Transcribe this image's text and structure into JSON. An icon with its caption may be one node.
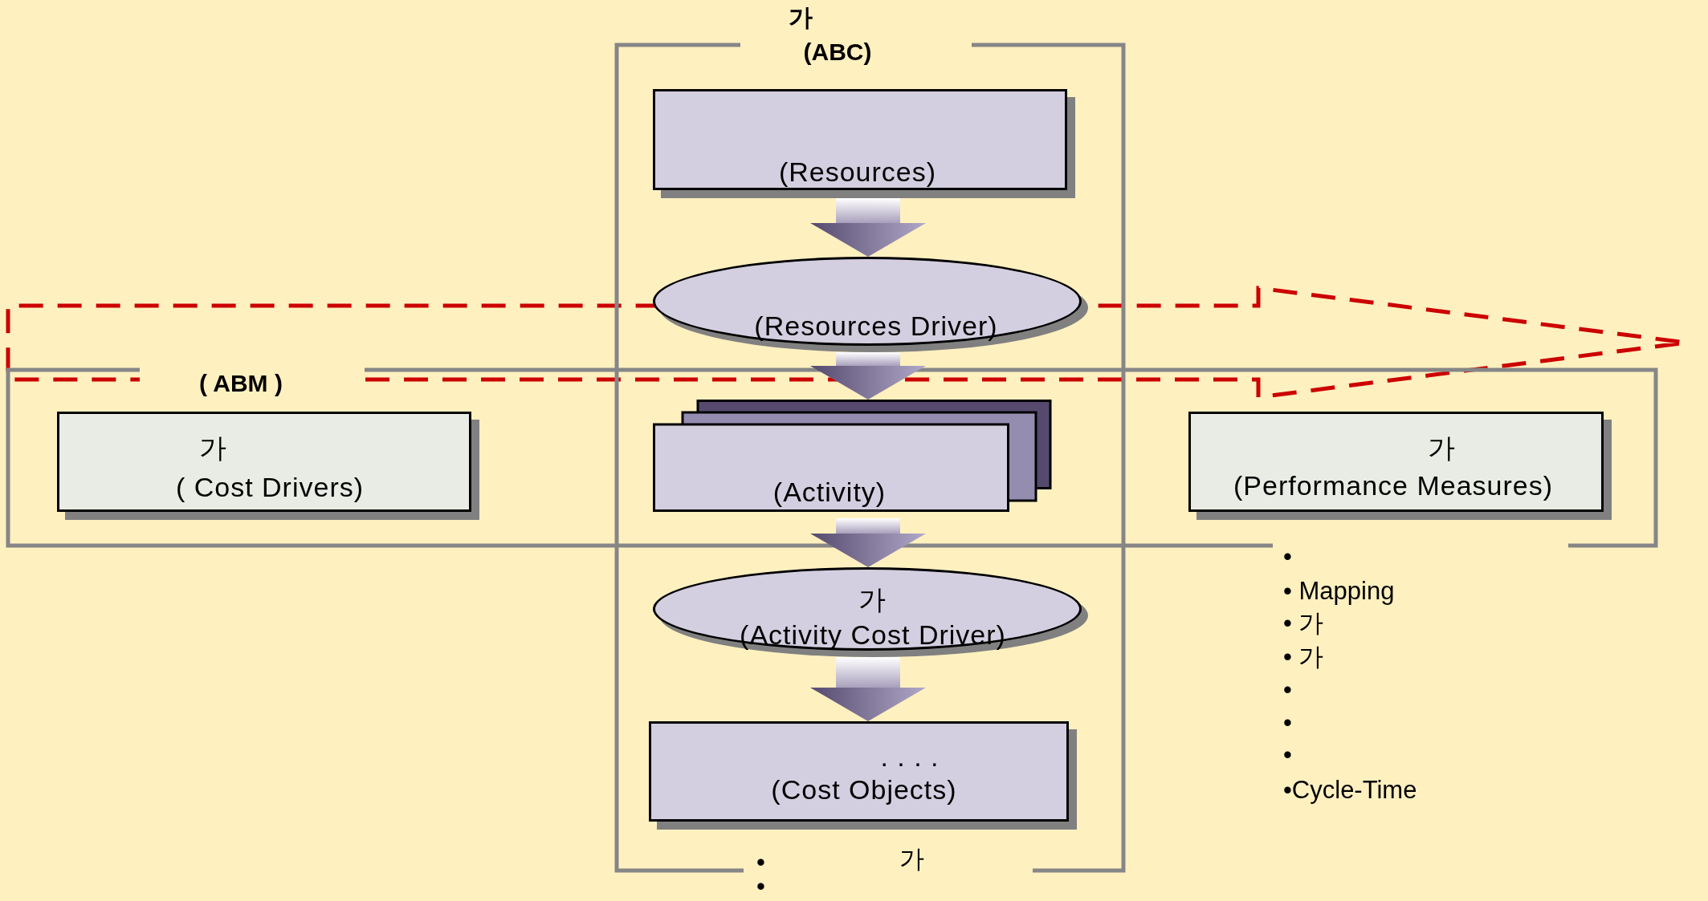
{
  "diagram": {
    "nodes": [
      {
        "text": [
          "가",
          "(ABC)"
        ]
      },
      {
        "text": [
          "( ABM )"
        ]
      },
      {
        "text": [
          "가",
          "( Cost Drivers)"
        ],
        "in": 1
      },
      {
        "text": [
          "(Resources)"
        ],
        "in": 0
      },
      {
        "text": [
          "(Resources Driver)"
        ],
        "in": 0
      },
      {
        "text": [
          "(Activity)"
        ]
      },
      {
        "text": [
          "가",
          "(Performance Measures)"
        ],
        "in": 1
      },
      {
        "text": [
          "가",
          "(Activity Cost Driver)"
        ],
        "in": 0
      },
      {
        "text": [
          ". . . .",
          "(Cost Objects)"
        ],
        "in": 0
      }
    ],
    "edges": [
      {
        "from": 3,
        "to": 4,
        "arrow": "to"
      },
      {
        "from": 4,
        "to": 5,
        "arrow": "to"
      },
      {
        "from": 5,
        "to": 7,
        "arrow": "to"
      },
      {
        "from": 7,
        "to": 8,
        "arrow": "to"
      }
    ],
    "labels": [
      "•",
      "• Mapping",
      "• 가",
      "• 가",
      "•",
      "•",
      "•",
      "•Cycle-Time",
      "•",
      "가",
      "•"
    ]
  }
}
